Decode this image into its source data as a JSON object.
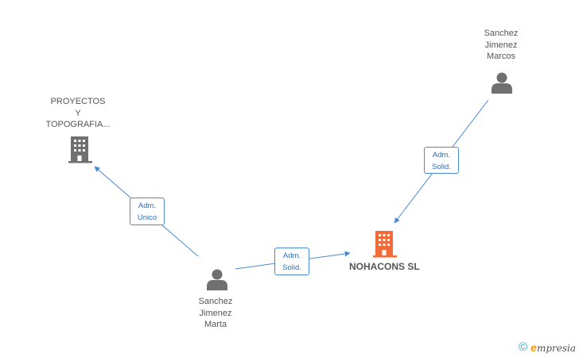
{
  "nodes": {
    "person_marcos": {
      "lines": [
        "Sanchez",
        "Jimenez",
        "Marcos"
      ]
    },
    "company_proyectos": {
      "lines": [
        "PROYECTOS",
        "Y",
        "TOPOGRAFIA..."
      ]
    },
    "person_marta": {
      "lines": [
        "Sanchez",
        "Jimenez",
        "Marta"
      ]
    },
    "company_main": {
      "label": "NOHACONS SL"
    }
  },
  "relations": {
    "marcos_to_main": {
      "line1": "Adm.",
      "line2": "Solid."
    },
    "marta_to_proyectos": {
      "line1": "Adm.",
      "line2": "Unico"
    },
    "marta_to_main": {
      "line1": "Adm.",
      "line2": "Solid."
    }
  },
  "footer": {
    "copyright": "©",
    "brand_e": "e",
    "brand_rest": "mpresia"
  },
  "colors": {
    "edge": "#4a8ad4",
    "person_icon": "#707070",
    "company_icon": "#707070",
    "main_company_icon": "#f26b3a"
  }
}
